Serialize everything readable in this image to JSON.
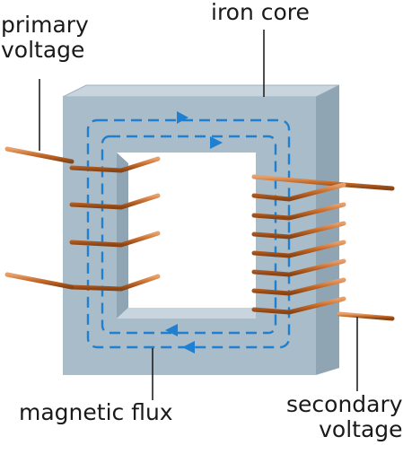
{
  "labels": {
    "primary": [
      "primary",
      "voltage"
    ],
    "iron_core": "iron core",
    "magnetic_flux": "magnetic flux",
    "secondary": [
      "secondary",
      "voltage"
    ]
  },
  "colors": {
    "core_front": "#a9bcc9",
    "core_top": "#c8d5de",
    "core_side": "#8fa5b3",
    "core_inner_dark": "#7d93a2",
    "flux": "#1f7fd0",
    "coil": "#c56a2a",
    "coil_highlight": "#e7a06c",
    "leader": "#222222"
  },
  "icons": {
    "flux_arrow": "flux-arrow-icon"
  }
}
